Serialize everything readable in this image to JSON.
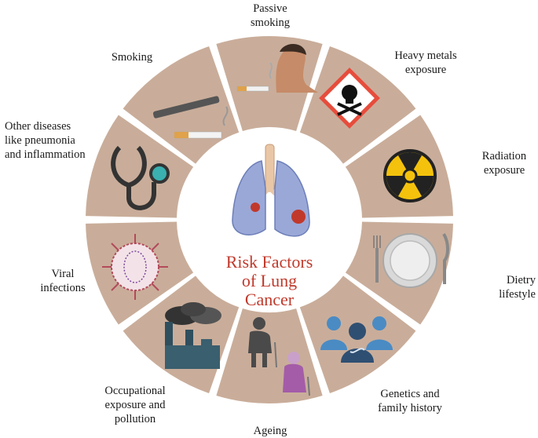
{
  "center_title": "Risk Factors\nof Lung\nCancer",
  "colors": {
    "segment": "#c9ad9a",
    "gap": "#ffffff",
    "title": "#c0392b"
  },
  "segments": [
    {
      "id": "passive-smoking",
      "label": "Passive\nsmoking",
      "icon": "passive-smoker-icon"
    },
    {
      "id": "heavy-metals",
      "label": "Heavy metals\nexposure",
      "icon": "toxic-skull-icon"
    },
    {
      "id": "radiation",
      "label": "Radiation\nexposure",
      "icon": "radiation-icon"
    },
    {
      "id": "diet",
      "label": "Dietry lifestyle",
      "icon": "plate-cutlery-icon"
    },
    {
      "id": "genetics",
      "label": "Genetics and\nfamily history",
      "icon": "family-dna-icon"
    },
    {
      "id": "ageing",
      "label": "Ageing",
      "icon": "elderly-people-icon"
    },
    {
      "id": "occupational",
      "label": "Occupational\nexposure and\npollution",
      "icon": "factory-pollution-icon"
    },
    {
      "id": "viral",
      "label": "Viral\ninfections",
      "icon": "virus-icon"
    },
    {
      "id": "other-diseases",
      "label": "Other diseases\nlike pneumonia\nand inflammation",
      "icon": "stethoscope-icon"
    },
    {
      "id": "smoking",
      "label": "Smoking",
      "icon": "cigarette-icon"
    }
  ]
}
